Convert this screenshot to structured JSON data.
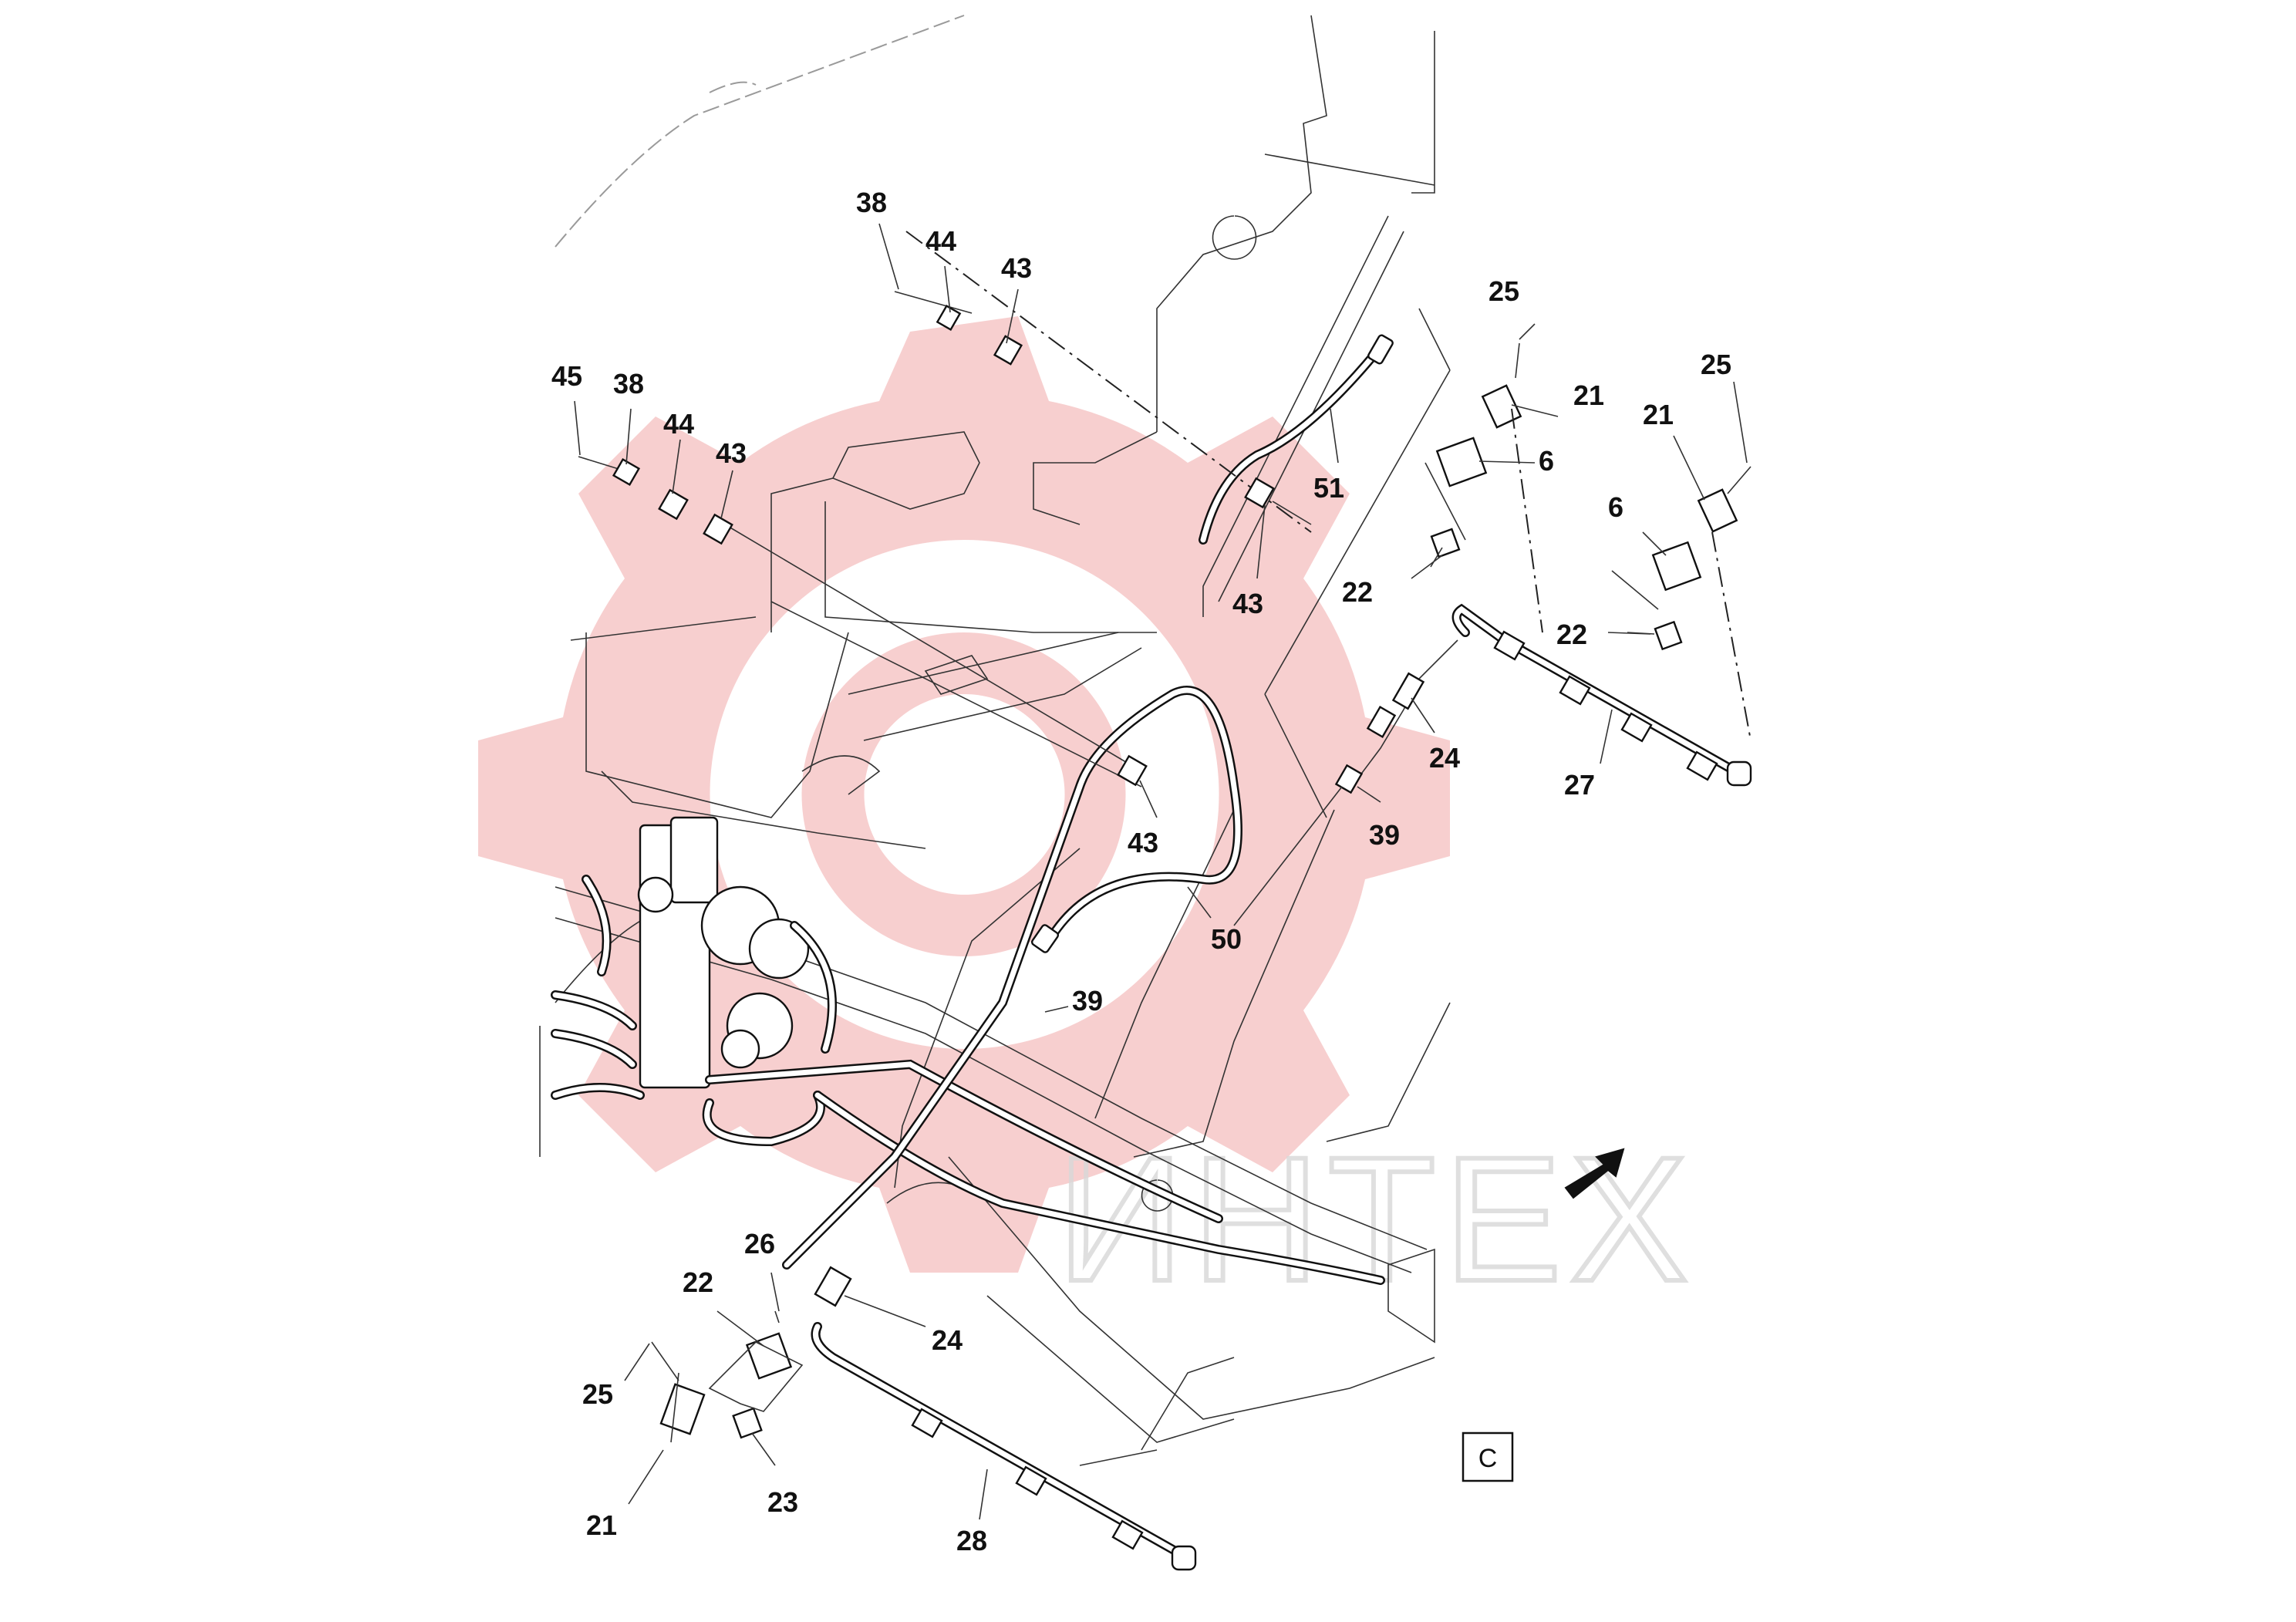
{
  "watermark": {
    "text": "ИНТЕХ",
    "gear_color": "#f6c7c7"
  },
  "view_letter": "C",
  "callouts": {
    "c38a": "38",
    "c44a": "44",
    "c43a": "43",
    "c45": "45",
    "c38b": "38",
    "c44b": "44",
    "c43b": "43",
    "c51": "51",
    "c43c": "43",
    "c43d": "43",
    "c50": "50",
    "c39a": "39",
    "c39b": "39",
    "c25a": "25",
    "c21a": "21",
    "c6a": "6",
    "c22a": "22",
    "c25b": "25",
    "c21b": "21",
    "c6b": "6",
    "c22b": "22",
    "c24a": "24",
    "c27": "27",
    "c26": "26",
    "c22c": "22",
    "c24b": "24",
    "c25c": "25",
    "c21c": "21",
    "c23": "23",
    "c28": "28"
  }
}
